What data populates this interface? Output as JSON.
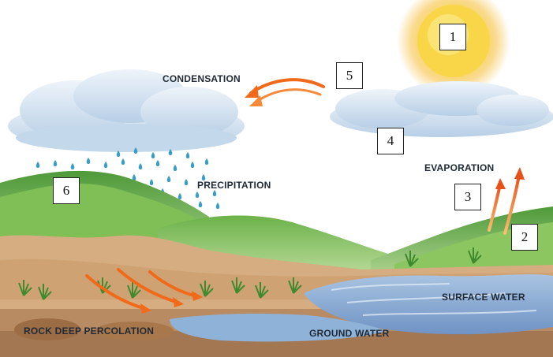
{
  "labels": {
    "condensation": "CONDENSATION",
    "evaporation": "EVAPORATION",
    "precipitation": "PRECIPITATION",
    "surface_water": "SURFACE WATER",
    "rock_deep_percolation": "ROCK DEEP PERCOLATION",
    "ground_water": "GROUND WATER"
  },
  "markers": [
    "1",
    "2",
    "3",
    "4",
    "5",
    "6"
  ],
  "colors": {
    "sun": "#f9d648",
    "cloud": "#cfe0f0",
    "raindrop": "#3a9ec4",
    "hill": "#5aa03c",
    "soil": "#d2a77a",
    "water": "#86a9d2",
    "arrow": "#f06a1a"
  }
}
